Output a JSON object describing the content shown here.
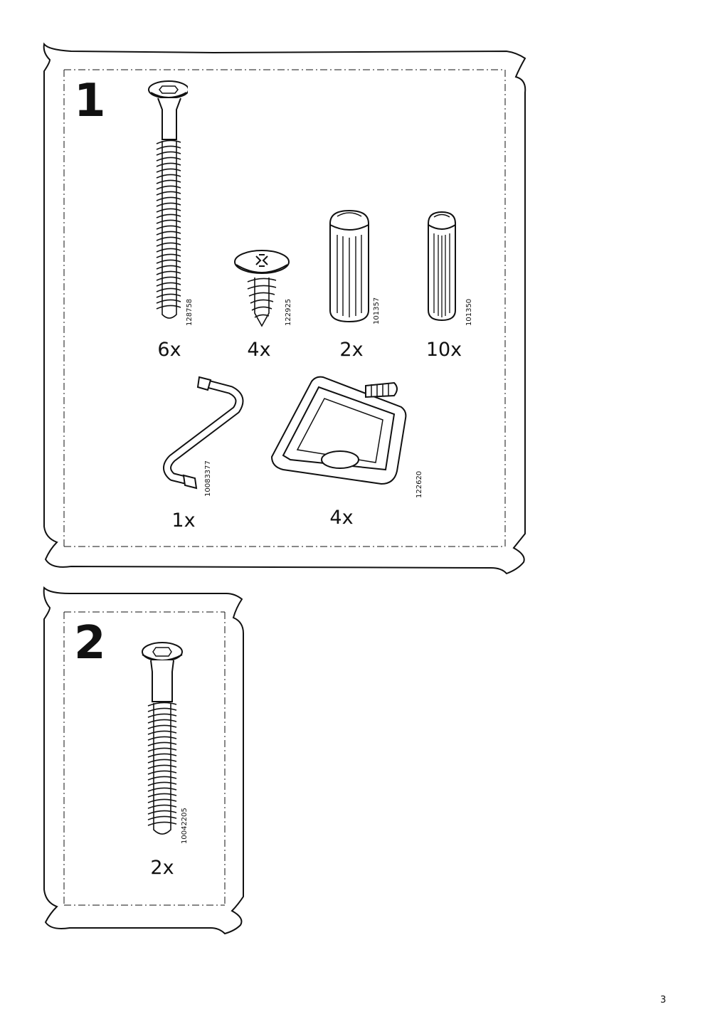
{
  "bag1": {
    "step": "1",
    "parts": [
      {
        "code": "128758",
        "qty": "6x",
        "icon": "long-bolt-icon"
      },
      {
        "code": "122925",
        "qty": "4x",
        "icon": "short-screw-icon"
      },
      {
        "code": "101357",
        "qty": "2x",
        "icon": "large-dowel-icon"
      },
      {
        "code": "101350",
        "qty": "10x",
        "icon": "dowel-icon"
      },
      {
        "code": "10083377",
        "qty": "1x",
        "icon": "allen-key-icon"
      },
      {
        "code": "122620",
        "qty": "4x",
        "icon": "bracket-icon"
      }
    ]
  },
  "bag2": {
    "step": "2",
    "parts": [
      {
        "code": "10042205",
        "qty": "2x",
        "icon": "long-bolt-icon"
      }
    ]
  },
  "page": {
    "number": "3"
  }
}
